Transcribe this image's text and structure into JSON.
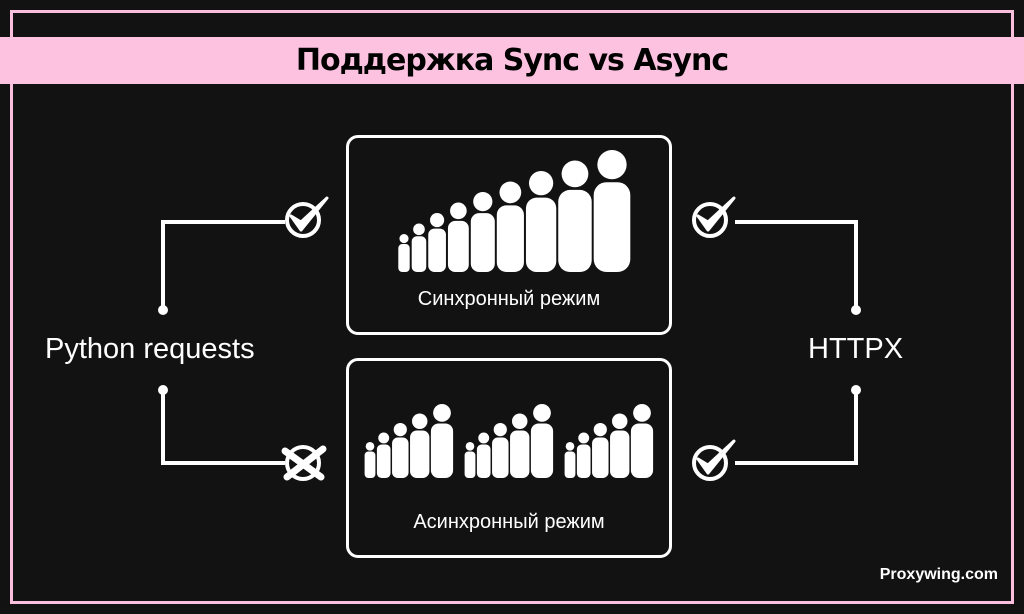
{
  "title": "Поддержка Sync vs Async",
  "left_label": "Python requests",
  "right_label": "HTTPX",
  "sync_box": {
    "caption": "Синхронный режим",
    "people": 9
  },
  "async_box": {
    "caption": "Асинхронный режим",
    "groups": 3,
    "people_per_group": 5
  },
  "connections": {
    "python_sync": "check",
    "python_async": "cross",
    "httpx_sync": "check",
    "httpx_async": "check"
  },
  "brand": "Proxywing.com",
  "colors": {
    "accent": "#fdc2e0",
    "background": "#121212"
  }
}
